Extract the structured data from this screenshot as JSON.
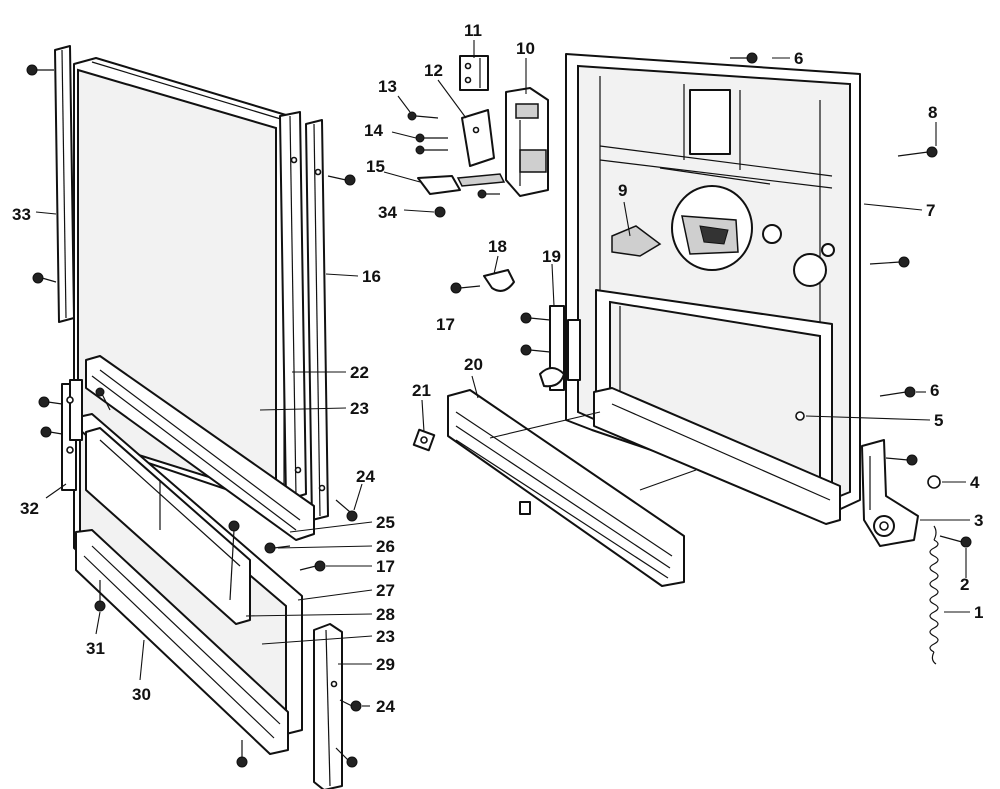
{
  "callouts": [
    {
      "id": "c1",
      "label": "1"
    },
    {
      "id": "c2",
      "label": "2"
    },
    {
      "id": "c3",
      "label": "3"
    },
    {
      "id": "c4",
      "label": "4"
    },
    {
      "id": "c5",
      "label": "5"
    },
    {
      "id": "c6a",
      "label": "6"
    },
    {
      "id": "c6b",
      "label": "6"
    },
    {
      "id": "c7",
      "label": "7"
    },
    {
      "id": "c8",
      "label": "8"
    },
    {
      "id": "c9",
      "label": "9"
    },
    {
      "id": "c10",
      "label": "10"
    },
    {
      "id": "c11",
      "label": "11"
    },
    {
      "id": "c12",
      "label": "12"
    },
    {
      "id": "c13",
      "label": "13"
    },
    {
      "id": "c14",
      "label": "14"
    },
    {
      "id": "c15",
      "label": "15"
    },
    {
      "id": "c16",
      "label": "16"
    },
    {
      "id": "c17a",
      "label": "17"
    },
    {
      "id": "c17b",
      "label": "17"
    },
    {
      "id": "c18",
      "label": "18"
    },
    {
      "id": "c19",
      "label": "19"
    },
    {
      "id": "c20",
      "label": "20"
    },
    {
      "id": "c21",
      "label": "21"
    },
    {
      "id": "c22",
      "label": "22"
    },
    {
      "id": "c23a",
      "label": "23"
    },
    {
      "id": "c23b",
      "label": "23"
    },
    {
      "id": "c24a",
      "label": "24"
    },
    {
      "id": "c24b",
      "label": "24"
    },
    {
      "id": "c25",
      "label": "25"
    },
    {
      "id": "c26",
      "label": "26"
    },
    {
      "id": "c27",
      "label": "27"
    },
    {
      "id": "c28",
      "label": "28"
    },
    {
      "id": "c29",
      "label": "29"
    },
    {
      "id": "c30",
      "label": "30"
    },
    {
      "id": "c31",
      "label": "31"
    },
    {
      "id": "c32",
      "label": "32"
    },
    {
      "id": "c33",
      "label": "33"
    },
    {
      "id": "c34",
      "label": "34"
    }
  ]
}
